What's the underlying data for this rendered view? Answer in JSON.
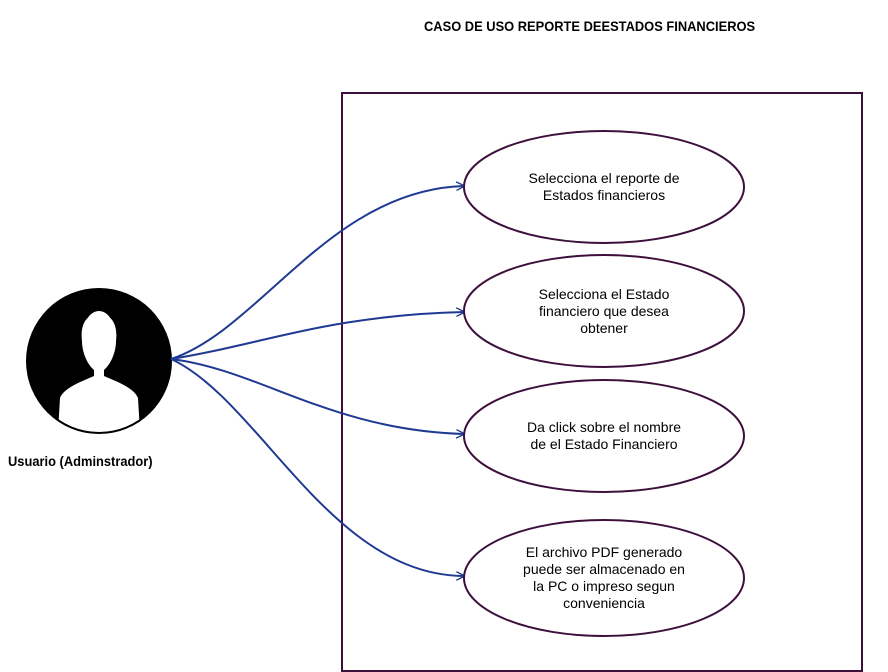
{
  "title": "CASO DE USO REPORTE DEESTADOS FINANCIEROS",
  "actor": {
    "label": "Usuario (Adminstrador)",
    "icon": "user-avatar-icon"
  },
  "use_cases": [
    {
      "label": "Selecciona el reporte de\nEstados financieros"
    },
    {
      "label": "Selecciona el Estado\nfinanciero que desea\nobtener"
    },
    {
      "label": "Da click sobre el nombre\nde el Estado Financiero"
    },
    {
      "label": "El archivo PDF generado\npuede ser almacenado en\nla PC o impreso segun\nconveniencia"
    }
  ],
  "colors": {
    "ellipse_border": "#3d0f3d",
    "boundary_border": "#3d0f3d",
    "connector": "#1f3a93",
    "actor_fill": "#000000"
  }
}
